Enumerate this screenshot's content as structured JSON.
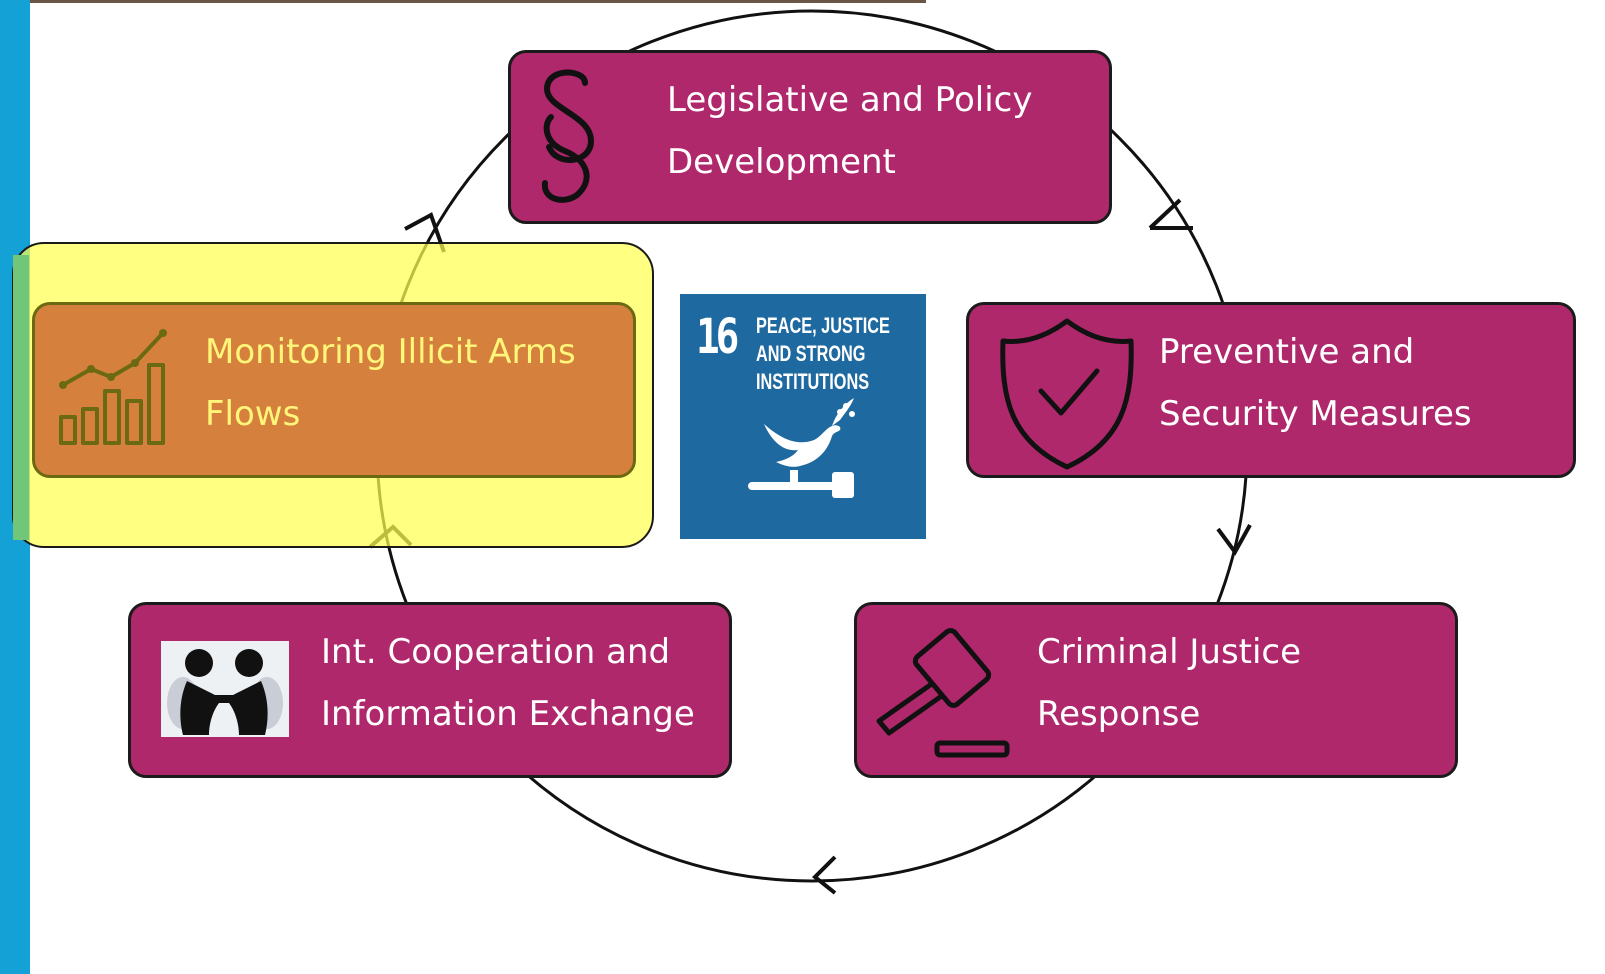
{
  "diagram": {
    "boxes": {
      "legislative": {
        "lines": [
          "Legislative and Policy",
          "Development"
        ],
        "icon": "section-sign-icon"
      },
      "preventive": {
        "lines": [
          "Preventive and",
          "Security Measures"
        ],
        "icon": "shield-check-icon"
      },
      "criminal": {
        "lines": [
          "Criminal Justice",
          "Response"
        ],
        "icon": "gavel-icon"
      },
      "cooperation": {
        "lines": [
          "Int. Cooperation and",
          "Information Exchange"
        ],
        "icon": "handshake-figures-icon"
      },
      "monitoring": {
        "lines": [
          "Monitoring Illicit Arms",
          "Flows"
        ],
        "icon": "growth-chart-icon",
        "highlighted": true
      }
    },
    "center_badge": {
      "number": "16",
      "lines": [
        "PEACE, JUSTICE",
        "AND STRONG",
        "INSTITUTIONS"
      ],
      "icon": "dove-gavel-icon"
    },
    "cycle_direction": "clockwise",
    "colors": {
      "box_fill": "#b0286c",
      "monitoring_fill": "#d6803d",
      "monitoring_text": "#fff67a",
      "highlight": "#ffff50",
      "badge_fill": "#1f69a1",
      "side_bar": "#14a1d6"
    }
  }
}
